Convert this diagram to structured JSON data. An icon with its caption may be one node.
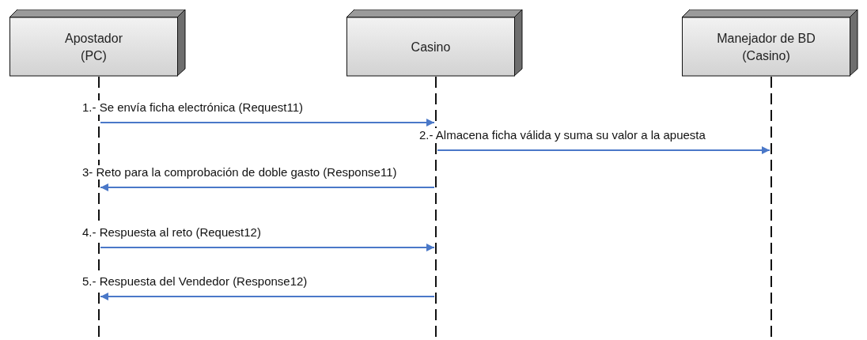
{
  "diagram": {
    "nodes": [
      {
        "text": [
          "Apostador (PC)"
        ]
      },
      {
        "text": [
          "Casino"
        ]
      },
      {
        "text": [
          "Manejador de BD (Casino)"
        ]
      }
    ],
    "edges": [
      {
        "from": 0,
        "to": 1,
        "arrow": "to",
        "label": "1.- Se envía ficha electrónica (Request11)"
      },
      {
        "from": 1,
        "to": 2,
        "arrow": "to",
        "label": "2.- Almacena ficha válida y suma su valor a la apuesta"
      },
      {
        "from": 1,
        "to": 0,
        "arrow": "to",
        "label": "3- Reto para la comprobación de doble gasto (Response11)"
      },
      {
        "from": 0,
        "to": 1,
        "arrow": "to",
        "label": "4.- Respuesta al reto (Request12)"
      },
      {
        "from": 1,
        "to": 0,
        "arrow": "to",
        "label": "5.- Respuesta del Vendedor (Response12)"
      }
    ]
  }
}
